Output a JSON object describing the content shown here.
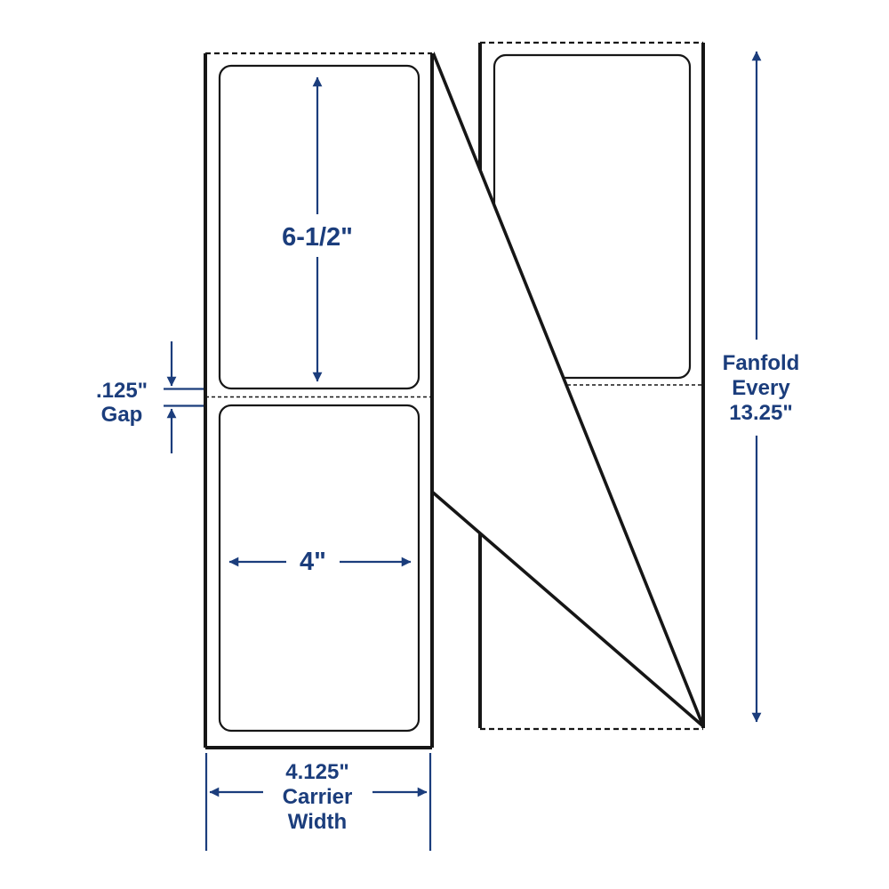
{
  "diagram": {
    "type": "fanfold-thermal-label-spec",
    "colors": {
      "structure_line": "#161616",
      "dimension": "#1b3d7c",
      "background": "#ffffff"
    },
    "annotations": {
      "label_height": "6-1/2\"",
      "label_width": "4\"",
      "gap": {
        "line1": ".125\"",
        "line2": "Gap"
      },
      "carrier": {
        "line1": "4.125\"",
        "line2": "Carrier",
        "line3": "Width"
      },
      "fanfold": {
        "line1": "Fanfold",
        "line2": "Every",
        "line3": "13.25\""
      }
    }
  }
}
